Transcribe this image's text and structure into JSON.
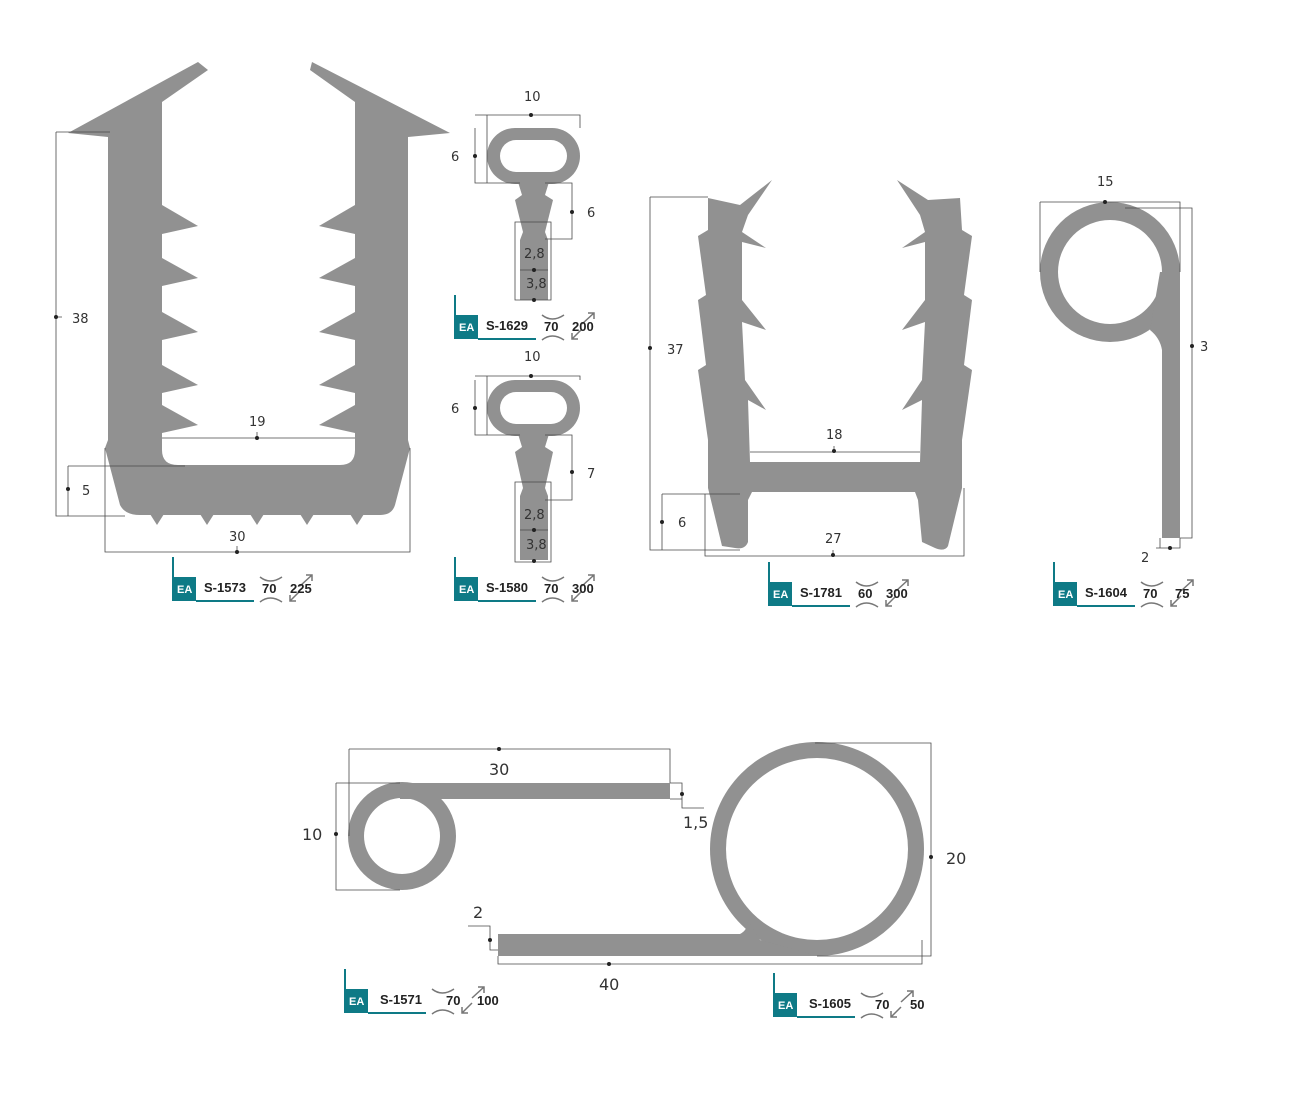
{
  "profiles": [
    {
      "code": "S-1573",
      "badge": "EA",
      "hardness": "70",
      "length": "225",
      "dims": [
        "38",
        "19",
        "5",
        "30"
      ]
    },
    {
      "code": "S-1629",
      "badge": "EA",
      "hardness": "70",
      "length": "200",
      "dims": [
        "10",
        "6",
        "6",
        "2,8",
        "3,8"
      ]
    },
    {
      "code": "S-1580",
      "badge": "EA",
      "hardness": "70",
      "length": "300",
      "dims": [
        "10",
        "6",
        "7",
        "2,8",
        "3,8"
      ]
    },
    {
      "code": "S-1781",
      "badge": "EA",
      "hardness": "60",
      "length": "300",
      "dims": [
        "37",
        "18",
        "6",
        "27"
      ]
    },
    {
      "code": "S-1604",
      "badge": "EA",
      "hardness": "70",
      "length": "75",
      "dims": [
        "15",
        "3",
        "2"
      ]
    },
    {
      "code": "S-1571",
      "badge": "EA",
      "hardness": "70",
      "length": "100",
      "dims": [
        "30",
        "10",
        "1,5"
      ]
    },
    {
      "code": "S-1605",
      "badge": "EA",
      "hardness": "70",
      "length": "50",
      "dims": [
        "20",
        "2",
        "40"
      ]
    }
  ],
  "colors": {
    "profile": "#919191",
    "accent": "#0e7a86"
  }
}
